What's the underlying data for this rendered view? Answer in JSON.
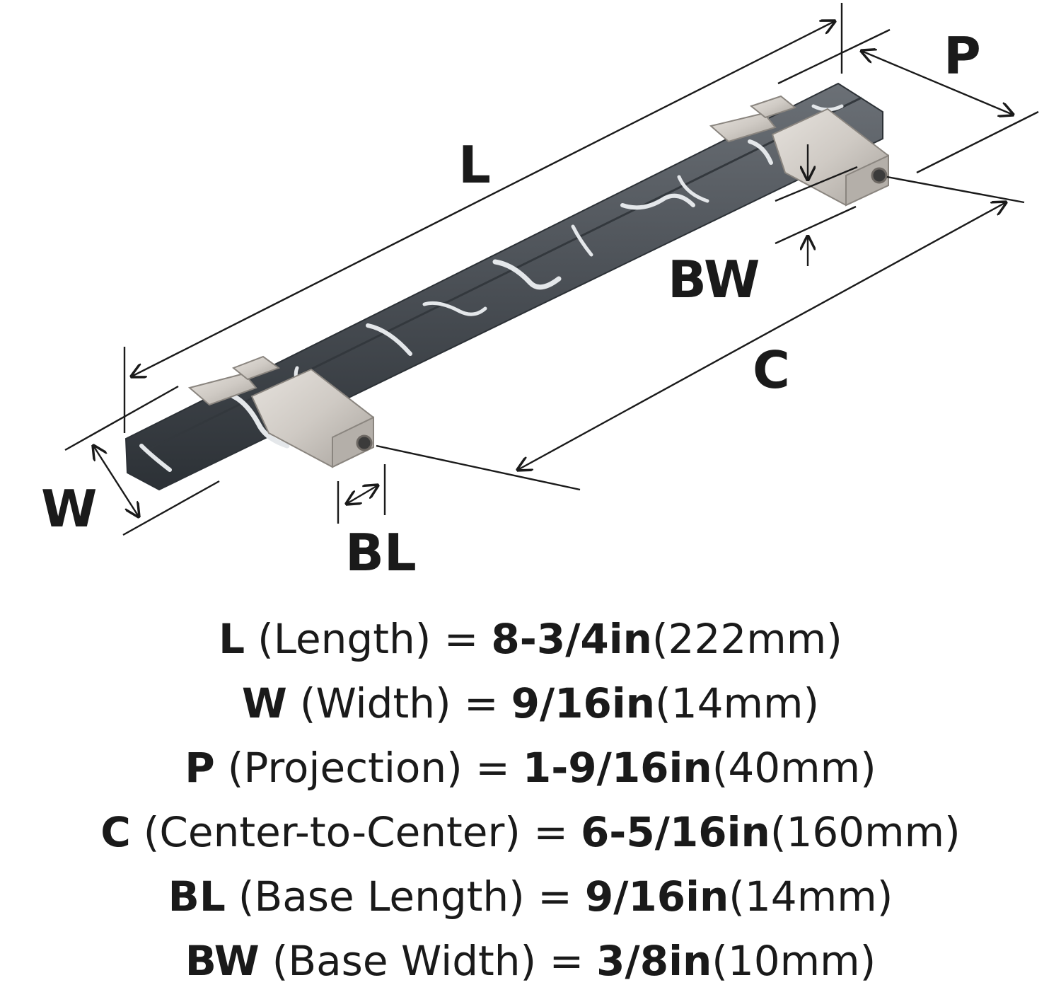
{
  "diagram": {
    "labels": {
      "L": "L",
      "W": "W",
      "P": "P",
      "C": "C",
      "BL": "BL",
      "BW": "BW"
    },
    "colors": {
      "bar": "#4a4f55",
      "bar_dark": "#2c3136",
      "bar_highlight": "#d9dde0",
      "metal": "#cfcac4",
      "metal_dark": "#9e9993",
      "line": "#1a1a1a"
    }
  },
  "specs": [
    {
      "abbr": "L",
      "desc": "(Length) =",
      "imperial": "8-3/4in",
      "metric": "(222mm)"
    },
    {
      "abbr": "W",
      "desc": "(Width) =",
      "imperial": "9/16in",
      "metric": "(14mm)"
    },
    {
      "abbr": "P",
      "desc": "(Projection) =",
      "imperial": "1-9/16in",
      "metric": "(40mm)"
    },
    {
      "abbr": "C",
      "desc": "(Center-to-Center) =",
      "imperial": "6-5/16in",
      "metric": "(160mm)"
    },
    {
      "abbr": "BL",
      "desc": "(Base Length) =",
      "imperial": "9/16in",
      "metric": "(14mm)"
    },
    {
      "abbr": "BW",
      "desc": "(Base Width) =",
      "imperial": "3/8in",
      "metric": "(10mm)"
    }
  ]
}
